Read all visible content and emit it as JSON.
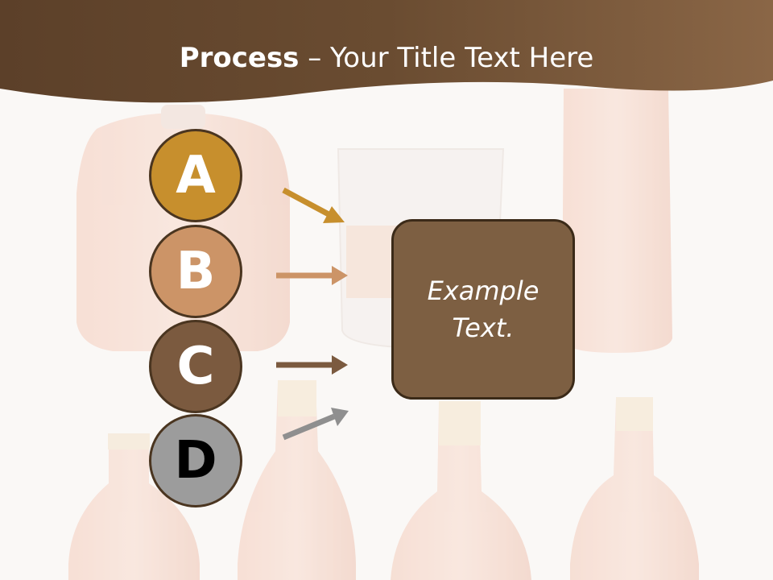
{
  "title": {
    "bold": "Process",
    "rest": " – Your Title Text Here"
  },
  "steps": [
    {
      "letter": "A",
      "color": "#c78f2d"
    },
    {
      "letter": "B",
      "color": "#cc9467"
    },
    {
      "letter": "C",
      "color": "#7b5a3f"
    },
    {
      "letter": "D",
      "color": "#9c9c9c"
    }
  ],
  "target_box": {
    "text": "Example Text."
  },
  "colors": {
    "header": "#6e4f33",
    "box": "#7d5f42"
  }
}
